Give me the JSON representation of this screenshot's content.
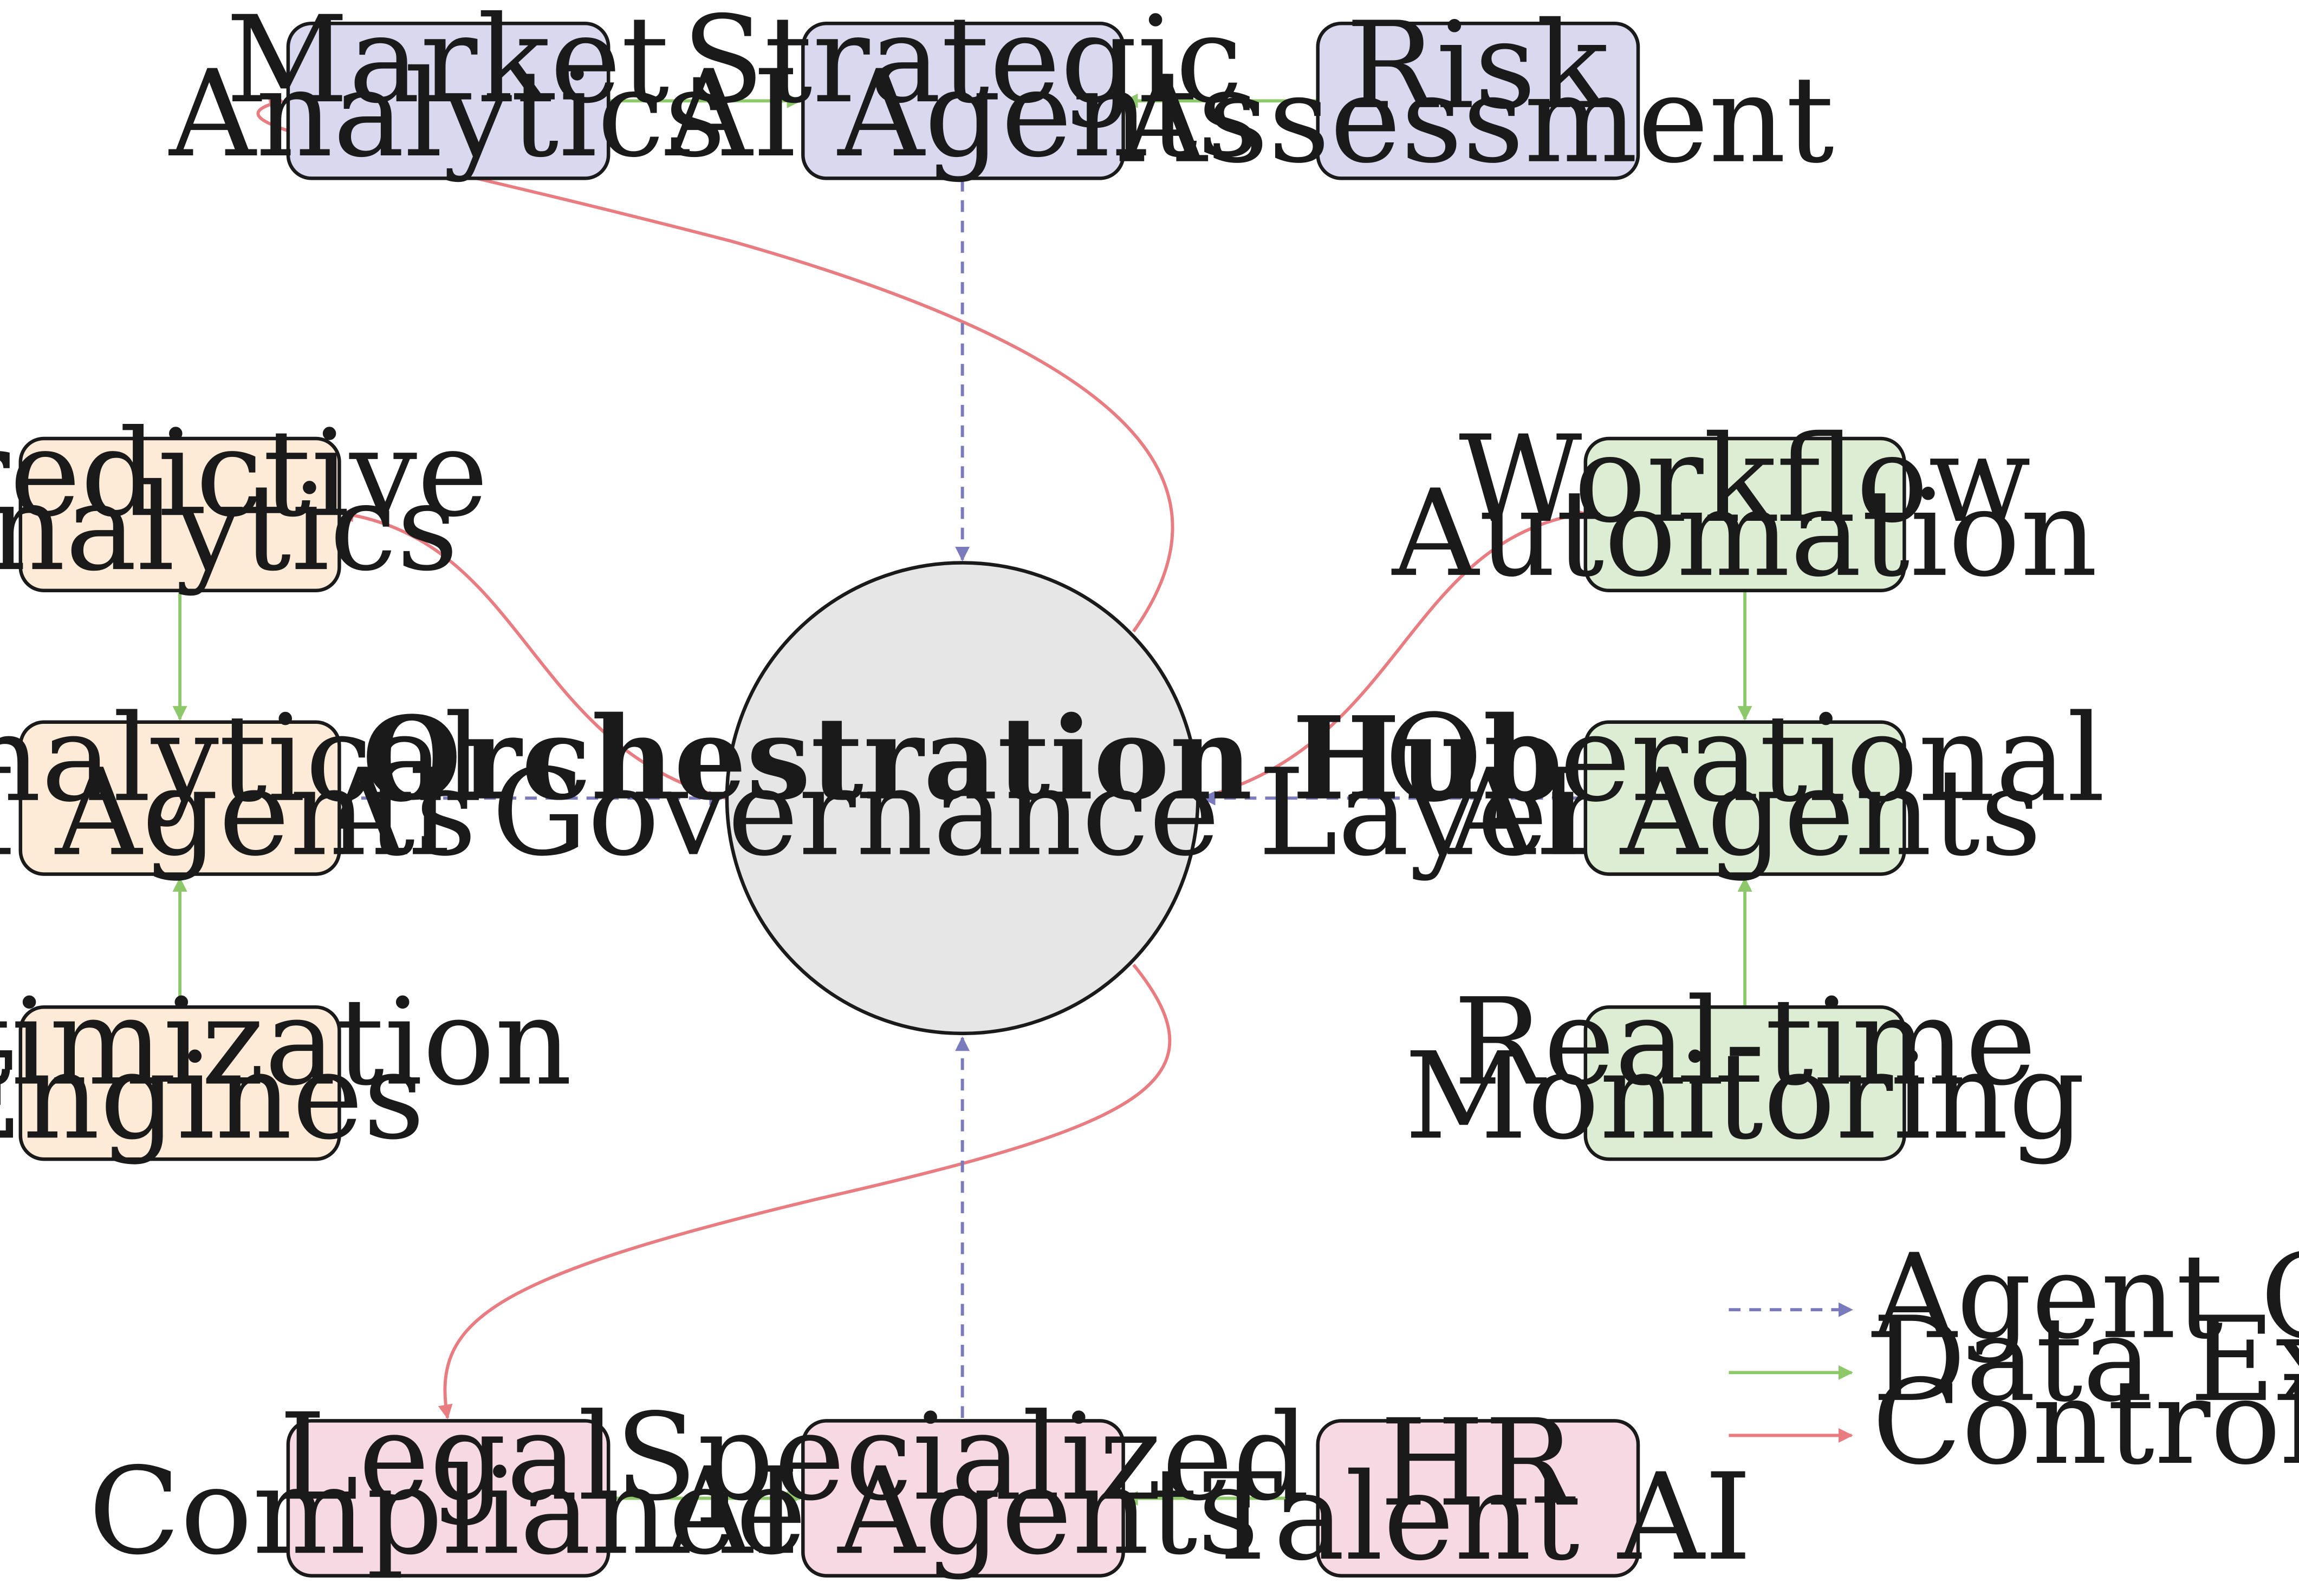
{
  "colors": {
    "strategic": "#d9d8ef",
    "analytical": "#fdebd8",
    "operational": "#dcedd3",
    "specialized": "#f7d9e3",
    "hub": "#e6e6e6",
    "coordination": "#7a7bbd",
    "data_exchange": "#8dc86a",
    "control": "#e87c80",
    "border": "#1a1a1a"
  },
  "hub": {
    "title": "Orchestration Hub",
    "subtitle": "AI Governance Layer"
  },
  "nodes": {
    "market_analytics": [
      "Market",
      "Analytics"
    ],
    "strategic_agents": [
      "Strategic",
      "AI Agents"
    ],
    "risk_assessment": [
      "Risk",
      "Assessment"
    ],
    "predictive_analytics": [
      "Predictive",
      "Analytics"
    ],
    "analytical_agents": [
      "Analytical",
      "AI Agents"
    ],
    "optimization_engines": [
      "Optimization",
      "Engines"
    ],
    "workflow_automation": [
      "Workflow",
      "Automation"
    ],
    "operational_agents": [
      "Operational",
      "AI Agents"
    ],
    "realtime_monitoring": [
      "Real-time",
      "Monitoring"
    ],
    "legal_compliance": [
      "Legal",
      "Compliance"
    ],
    "specialized_agents": [
      "Specialized",
      "AI Agents"
    ],
    "hr_talent": [
      "HR",
      "Talent AI"
    ]
  },
  "legend": {
    "coordination": "Agent Coordination",
    "data_exchange": "Data Exchange",
    "control": "Control Signals"
  }
}
